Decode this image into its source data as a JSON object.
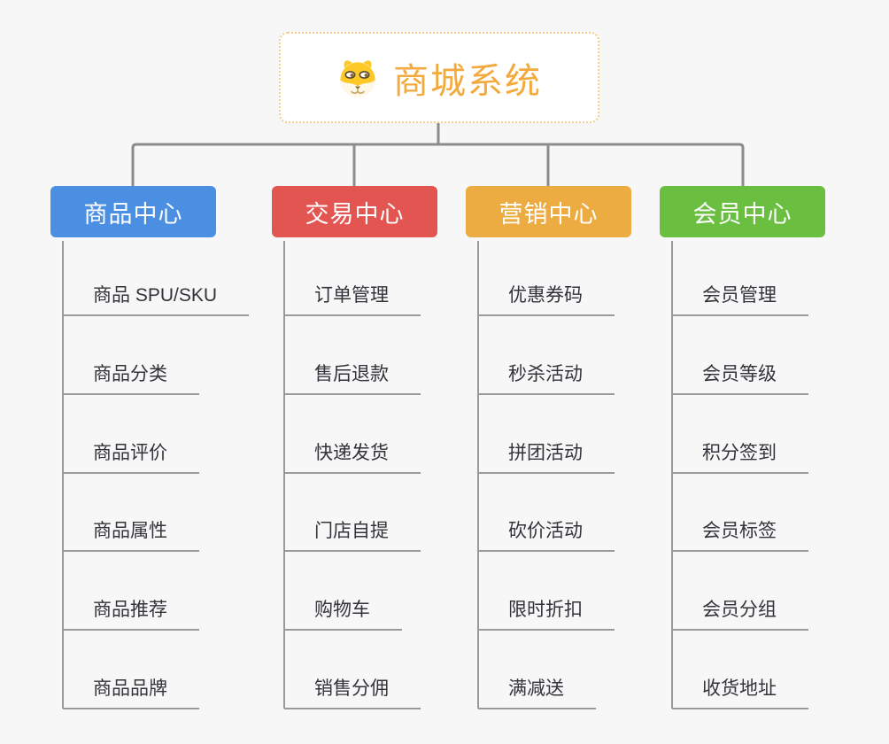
{
  "canvas": {
    "background_color": "#f7f7f8",
    "connector_color": "#8c8c8c",
    "underline_color": "#9a9a9a"
  },
  "root": {
    "title": "商城系统",
    "icon": "dog-face-icon",
    "text_color": "#f3a93c",
    "border_color": "#f6cd8d"
  },
  "branches": [
    {
      "label": "商品中心",
      "color": "#4b8fe2",
      "items": [
        "商品 SPU/SKU",
        "商品分类",
        "商品评价",
        "商品属性",
        "商品推荐",
        "商品品牌"
      ]
    },
    {
      "label": "交易中心",
      "color": "#e25551",
      "items": [
        "订单管理",
        "售后退款",
        "快递发货",
        "门店自提",
        "购物车",
        "销售分佣"
      ]
    },
    {
      "label": "营销中心",
      "color": "#edac41",
      "items": [
        "优惠券码",
        "秒杀活动",
        "拼团活动",
        "砍价活动",
        "限时折扣",
        "满减送"
      ]
    },
    {
      "label": "会员中心",
      "color": "#6abf40",
      "items": [
        "会员管理",
        "会员等级",
        "积分签到",
        "会员标签",
        "会员分组",
        "收货地址"
      ]
    }
  ]
}
